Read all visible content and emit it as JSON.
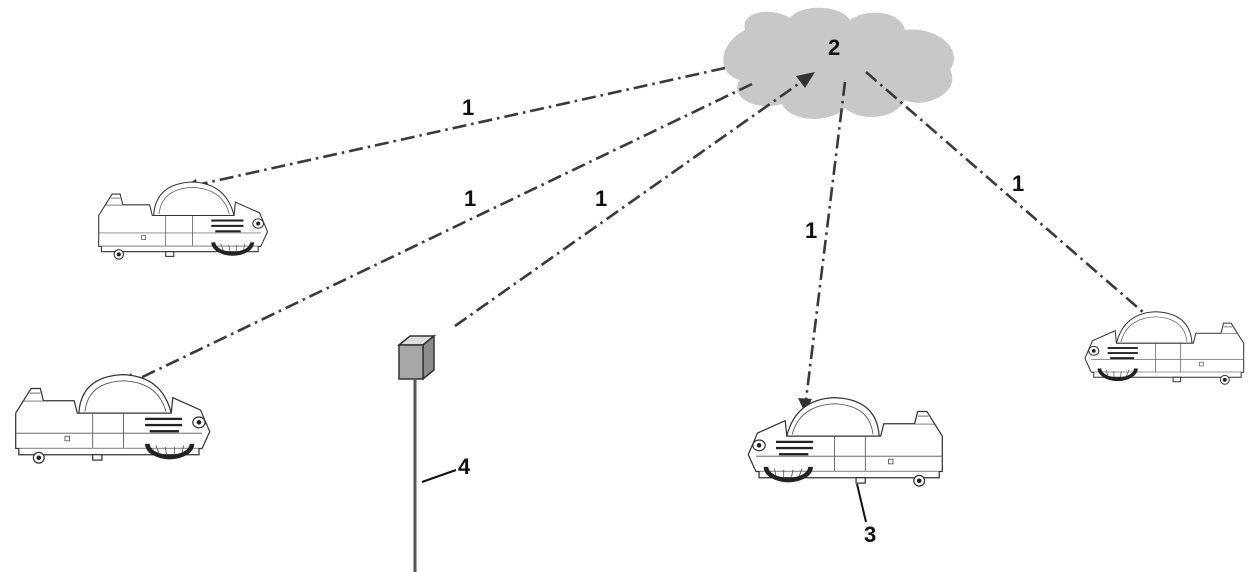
{
  "diagram": {
    "labels": {
      "link_a": "1",
      "link_b": "1",
      "link_c": "1",
      "link_d": "1",
      "link_e": "1",
      "cloud": "2",
      "sensor": "3",
      "pole": "4"
    },
    "colors": {
      "cloud_fill": "#c8c8c8",
      "line": "#3a3a3a",
      "box_front": "#a7a7a7",
      "box_top": "#dcdcdc",
      "box_side": "#8c8c8c"
    },
    "icons": [
      "cloud-icon",
      "robotic-mower-icon",
      "base-station-icon"
    ]
  }
}
